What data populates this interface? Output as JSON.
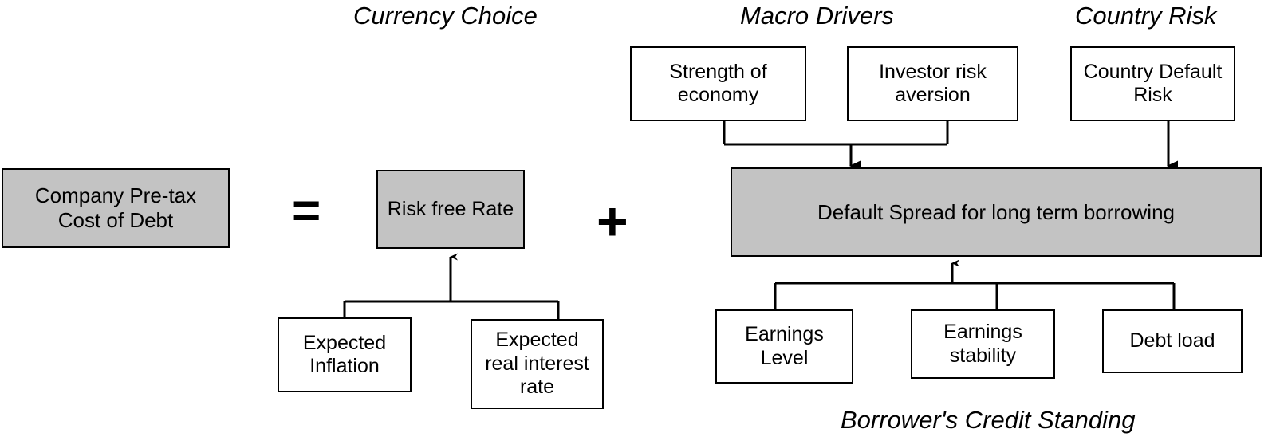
{
  "diagram": {
    "title_labels": {
      "currency_choice": "Currency Choice",
      "macro_drivers": "Macro Drivers",
      "country_risk": "Country Risk",
      "borrower_credit_standing": "Borrower's Credit Standing"
    },
    "operators": {
      "equals": "=",
      "plus": "+"
    },
    "colors": {
      "shaded_fill": "#c3c3c3",
      "box_fill": "#ffffff",
      "stroke": "#000000",
      "background": "#ffffff"
    },
    "nodes": {
      "company_cost_of_debt": "Company Pre-tax\nCost of Debt",
      "risk_free_rate": "Risk free Rate",
      "expected_inflation": "Expected\nInflation",
      "expected_real_interest_rate": "Expected\nreal interest\nrate",
      "strength_of_economy": "Strength of\neconomy",
      "investor_risk_aversion": "Investor risk\naversion",
      "country_default_risk": "Country Default\nRisk",
      "default_spread": "Default Spread for long term borrowing",
      "earnings_level": "Earnings\nLevel",
      "earnings_stability": "Earnings\nstability",
      "debt_load": "Debt load"
    }
  }
}
